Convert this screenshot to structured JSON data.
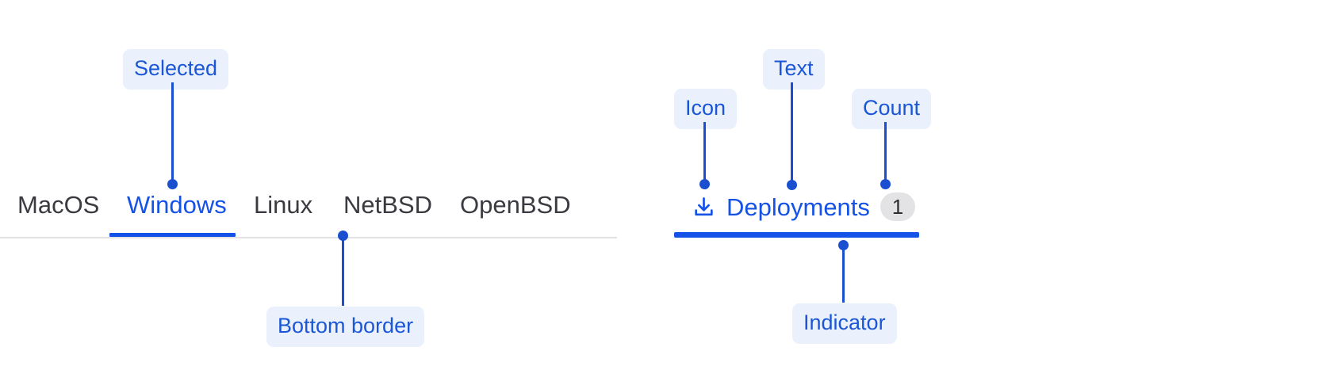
{
  "accent": {
    "tab_blue": "#1552e8",
    "annotation_blue": "#1a4fd0",
    "annotation_bg": "#eaf1fd",
    "tab_text": "#3a3a40",
    "border_gray": "#e2e2e5",
    "count_bg": "#e3e3e5"
  },
  "plain_tabbar": {
    "tabs": [
      {
        "label": "MacOS",
        "selected": false
      },
      {
        "label": "Windows",
        "selected": true
      },
      {
        "label": "Linux",
        "selected": false
      },
      {
        "label": "NetBSD",
        "selected": false
      },
      {
        "label": "OpenBSD",
        "selected": false
      }
    ]
  },
  "rich_tab": {
    "icon": "download-icon",
    "text": "Deployments",
    "count": "1",
    "selected": true
  },
  "annotations": [
    {
      "id": "selected",
      "label": "Selected",
      "target": "plain-tab-windows"
    },
    {
      "id": "bottom-border",
      "label": "Bottom border",
      "target": "plain-tabbar-border"
    },
    {
      "id": "icon",
      "label": "Icon",
      "target": "rich-tab-icon"
    },
    {
      "id": "text",
      "label": "Text",
      "target": "rich-tab-text"
    },
    {
      "id": "count",
      "label": "Count",
      "target": "rich-tab-count"
    },
    {
      "id": "indicator",
      "label": "Indicator",
      "target": "rich-tab-indicator"
    }
  ]
}
